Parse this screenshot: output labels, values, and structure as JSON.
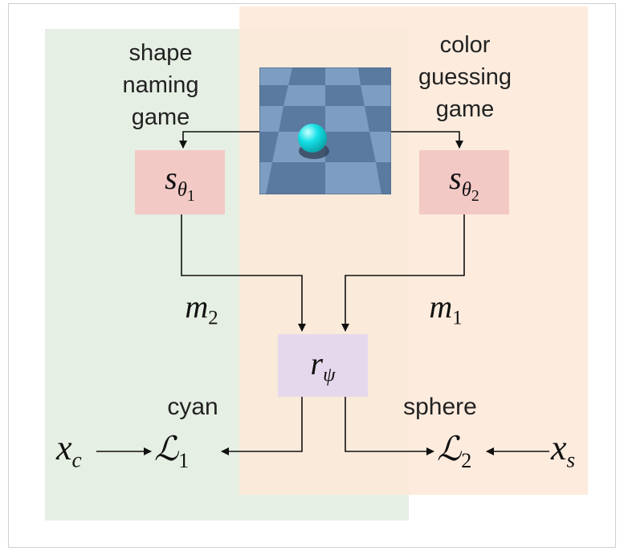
{
  "colors": {
    "left_region": "#e6efe3",
    "right_region": "#fde9d9",
    "sender_box": "#f3c9c6",
    "receiver_box": "#e5d8ec",
    "tile_dark": "#4f6f93",
    "tile_light": "#7e9dc2",
    "ball": "#14e0e6",
    "line": "#111111"
  },
  "games": {
    "left": {
      "lines": [
        "shape",
        "naming",
        "game"
      ]
    },
    "right": {
      "lines": [
        "color",
        "guessing",
        "game"
      ]
    }
  },
  "scene": {
    "icon": "cyan-sphere-checkerboard"
  },
  "senders": {
    "left": {
      "symbol": "s",
      "sub_letter": "θ",
      "sub_digit": "1"
    },
    "right": {
      "symbol": "s",
      "sub_letter": "θ",
      "sub_digit": "2"
    }
  },
  "messages": {
    "left": {
      "symbol": "m",
      "sub": "2"
    },
    "right": {
      "symbol": "m",
      "sub": "1"
    }
  },
  "receiver": {
    "symbol": "r",
    "sub": "ψ"
  },
  "outputs": {
    "left_word": "cyan",
    "right_word": "sphere"
  },
  "losses": {
    "left": {
      "symbol": "ℒ",
      "sub": "1"
    },
    "right": {
      "symbol": "ℒ",
      "sub": "2"
    }
  },
  "targets": {
    "left": {
      "symbol": "x",
      "sub": "c"
    },
    "right": {
      "symbol": "x",
      "sub": "s"
    }
  }
}
